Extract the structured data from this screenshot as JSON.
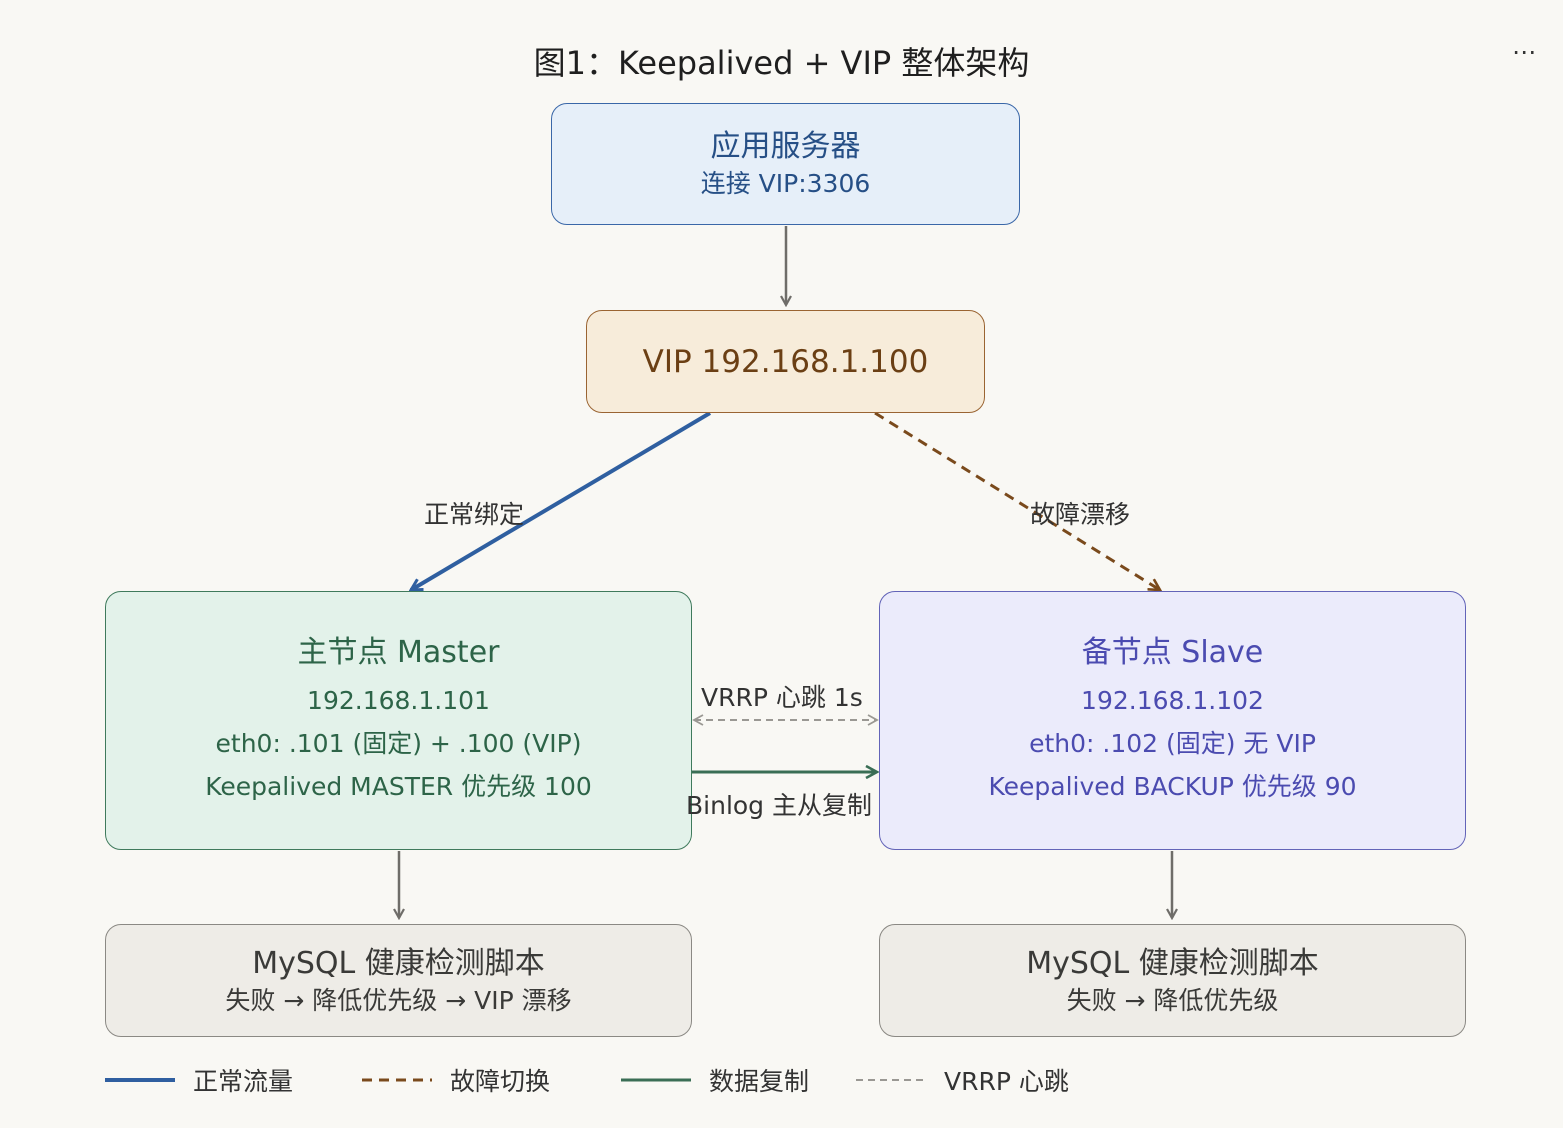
{
  "title": "图1：Keepalived + VIP 整体架构",
  "more_icon": "⋯",
  "nodes": {
    "app": {
      "title": "应用服务器",
      "subtitle": "连接 VIP:3306"
    },
    "vip": {
      "title": "VIP 192.168.1.100"
    },
    "master": {
      "title": "主节点 Master",
      "lines": [
        "192.168.1.101",
        "eth0: .101 (固定) + .100 (VIP)",
        "Keepalived MASTER 优先级 100"
      ]
    },
    "slave": {
      "title": "备节点 Slave",
      "lines": [
        "192.168.1.102",
        "eth0: .102 (固定) 无 VIP",
        "Keepalived BACKUP 优先级 90"
      ]
    },
    "health_master": {
      "title": "MySQL 健康检测脚本",
      "subtitle": "失败 → 降低优先级 → VIP 漂移"
    },
    "health_slave": {
      "title": "MySQL 健康检测脚本",
      "subtitle": "失败 → 降低优先级"
    }
  },
  "edges": {
    "normal_bind": "正常绑定",
    "failover_drift": "故障漂移",
    "vrrp": "VRRP 心跳 1s",
    "binlog": "Binlog 主从复制"
  },
  "legend": [
    {
      "label": "正常流量",
      "color": "#2f5fa0",
      "style": "solid"
    },
    {
      "label": "故障切换",
      "color": "#7a4a1c",
      "style": "dashed"
    },
    {
      "label": "数据复制",
      "color": "#3a6e55",
      "style": "solid"
    },
    {
      "label": "VRRP 心跳",
      "color": "#9a9893",
      "style": "dashed"
    }
  ],
  "colors": {
    "normal": "#2f5fa0",
    "failover": "#7a4a1c",
    "replication": "#3a6e55",
    "vrrp": "#9a9893",
    "arrow": "#6f6d69"
  }
}
